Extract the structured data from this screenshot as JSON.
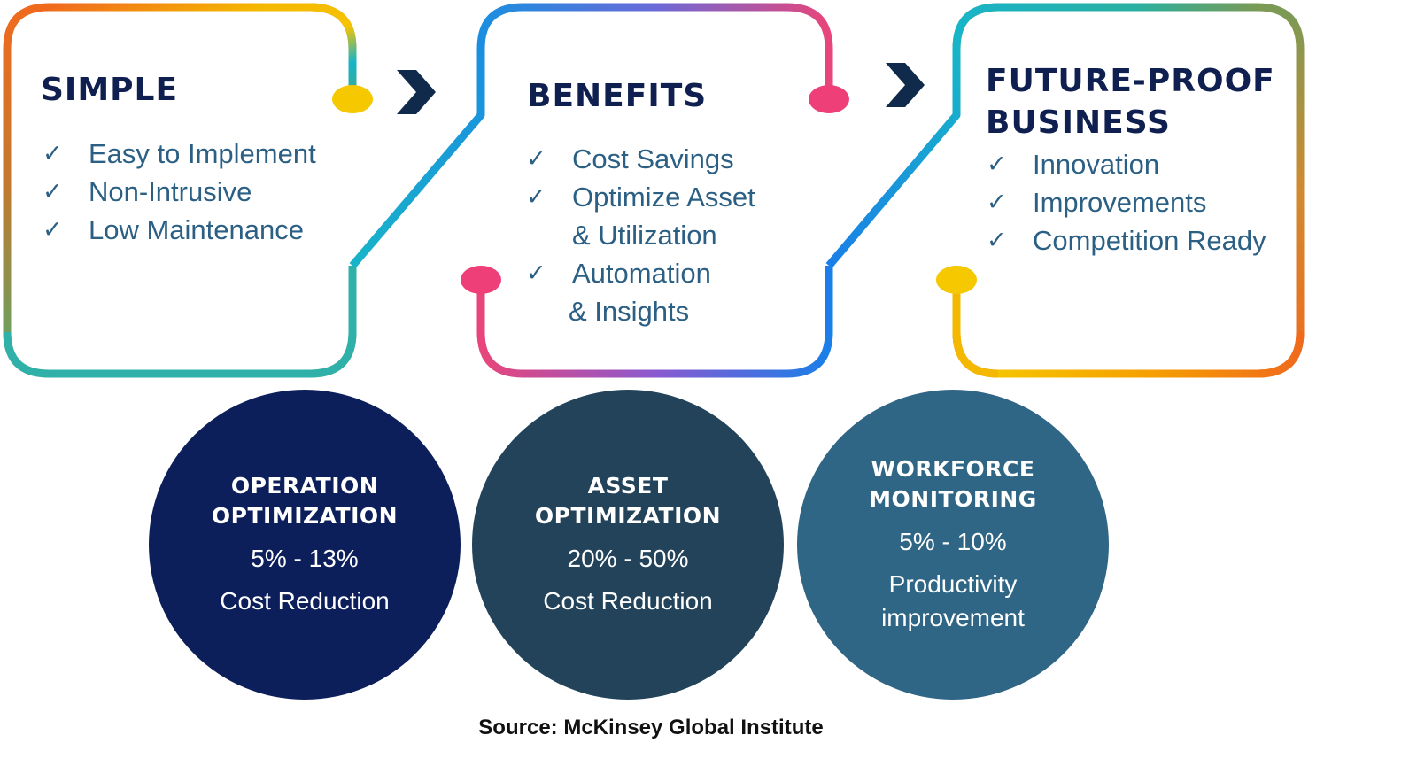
{
  "cards": [
    {
      "title": "SIMPLE",
      "items": [
        {
          "text": "Easy to Implement",
          "check": true
        },
        {
          "text": "Non-Intrusive",
          "check": true
        },
        {
          "text": "Low Maintenance",
          "check": true
        }
      ],
      "check_icon": "checkmark-icon"
    },
    {
      "title": "BENEFITS",
      "items": [
        {
          "text": "Cost Savings",
          "check": true
        },
        {
          "text": "Optimize Asset",
          "check": true
        },
        {
          "text": "& Utilization",
          "check": false
        },
        {
          "text": "Automation",
          "check": true
        },
        {
          "text": "& Insights",
          "check": false
        }
      ],
      "check_icon": "checkmark-icon"
    },
    {
      "title_line1": "FUTURE-PROOF",
      "title_line2": "BUSINESS",
      "items": [
        {
          "text": "Innovation",
          "check": true
        },
        {
          "text": "Improvements",
          "check": true
        },
        {
          "text": "Competition Ready",
          "check": true
        }
      ],
      "check_icon": "checkmark-icon"
    }
  ],
  "check_glyph": "✓",
  "arrows": [
    "chevron-right-icon",
    "chevron-right-icon"
  ],
  "circles": [
    {
      "title": "OPERATION\nOPTIMIZATION",
      "value": "5% - 13%",
      "caption": "Cost Reduction",
      "color": "#0d1f5a"
    },
    {
      "title": "ASSET\nOPTIMIZATION",
      "value": "20% - 50%",
      "caption": "Cost Reduction",
      "color": "#22435a"
    },
    {
      "title": "WORKFORCE\nMONITORING",
      "value": "5% - 10%",
      "caption": "Productivity\nimprovement",
      "color": "#2f6585"
    }
  ],
  "source": "Source: McKinsey Global Institute",
  "colors": {
    "title": "#0f1f4f",
    "list_text": "#2b5f84",
    "arrow": "#0f2a4a",
    "frame_gradient": [
      "#f28a1e",
      "#f5c400",
      "#1a9fd6",
      "#2b6ee8",
      "#e8457a",
      "#3db89e",
      "#8a9a45"
    ]
  }
}
